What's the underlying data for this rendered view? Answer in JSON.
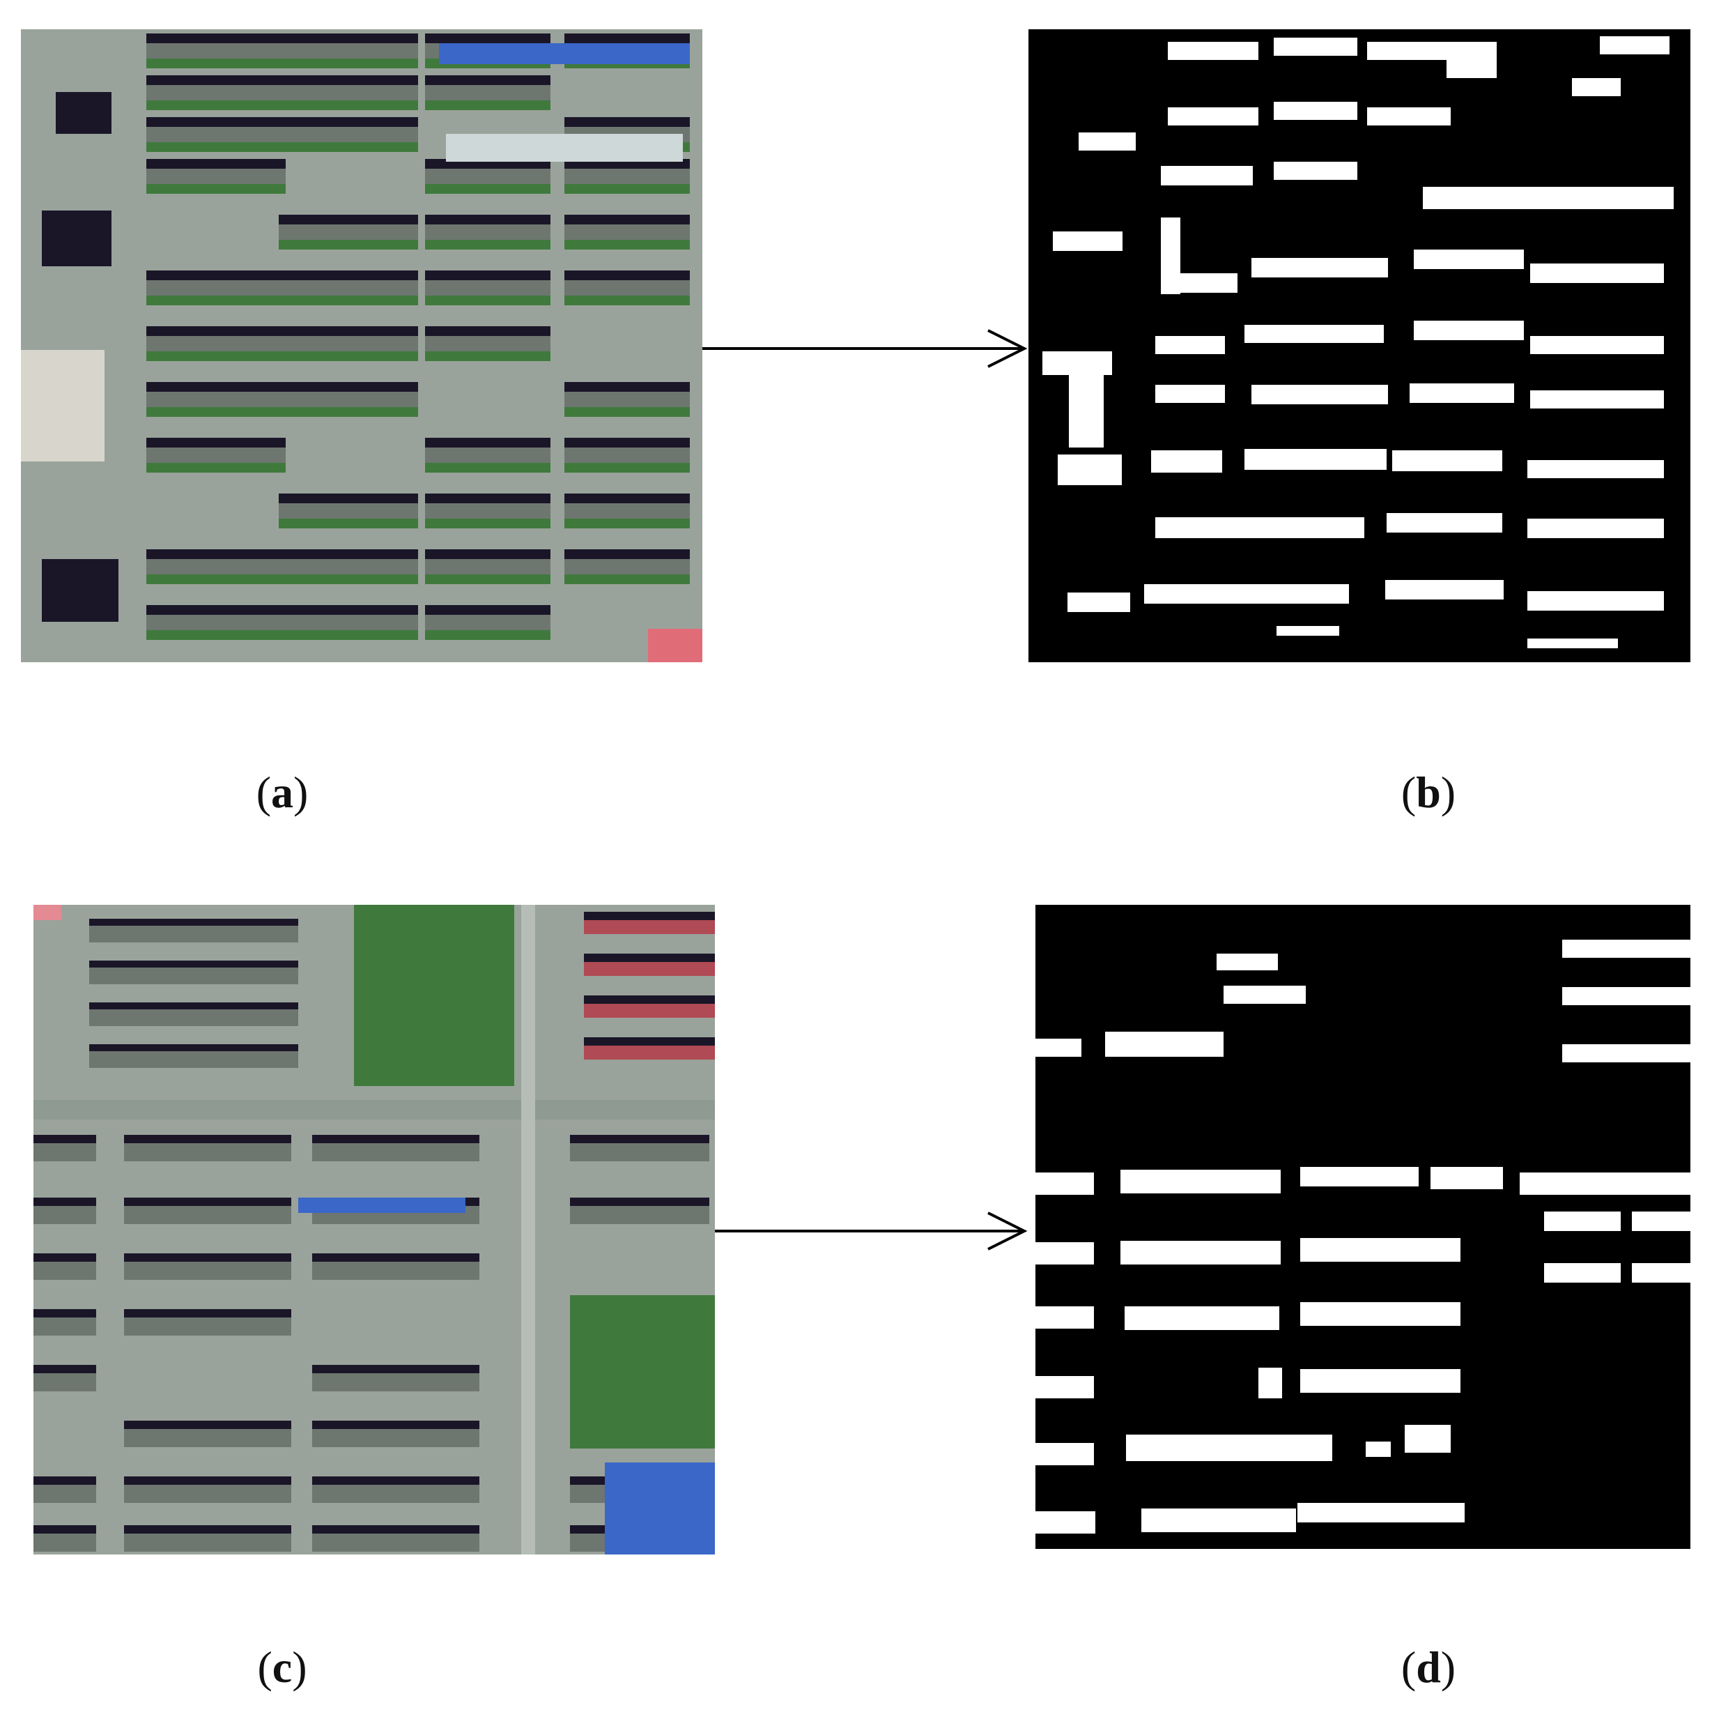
{
  "captions": {
    "a": {
      "open": "(",
      "letter": "a",
      "close": ")"
    },
    "b": {
      "open": "(",
      "letter": "b",
      "close": ")"
    },
    "c": {
      "open": "(",
      "letter": "c",
      "close": ")"
    },
    "d": {
      "open": "(",
      "letter": "d",
      "close": ")"
    }
  },
  "colors": {
    "mask_background": "#000000",
    "mask_building": "#ffffff",
    "arrow": "#000000",
    "aerial_roof": "#6e7670",
    "aerial_vegetation": "#3f7a3c",
    "aerial_shadow": "#1a1628",
    "aerial_road": "#9aa39b",
    "aerial_blue_roof": "#3a67c8"
  }
}
